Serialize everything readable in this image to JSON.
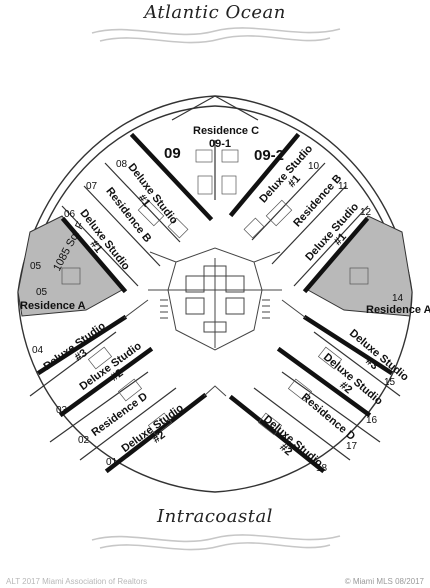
{
  "headings": {
    "top": "Atlantic Ocean",
    "bottom": "Intracoastal"
  },
  "unit_numbers": {
    "u01": "01",
    "u02": "02",
    "u03": "03",
    "u04": "04",
    "u05": "05",
    "u05b": "05",
    "u06": "06",
    "u07": "07",
    "u08": "08",
    "u09": "09",
    "u09_2": "09-2",
    "u10": "10",
    "u11": "11",
    "u12": "12",
    "u14": "14",
    "u15": "15",
    "u16": "16",
    "u17": "17",
    "u18": "18"
  },
  "unit_labels": {
    "res_c": "Residence C",
    "res_c_sub": "09-1",
    "left_res_a": "Residence A",
    "right_res_a": "Residence A",
    "left_sqft": "1085 Sq. F",
    "left_ds1_top": "Deluxe Studio\n#1",
    "left_res_b": "Residence B",
    "left_ds1_low": "Deluxe Studio\n#1",
    "right_ds1_top": "Deluxe Studio\n#1",
    "right_res_b": "Residence B",
    "right_ds1_low": "Deluxe Studio\n#1",
    "left_ds3": "Deluxe Studio\n#3",
    "left_ds2": "Deluxe Studio\n#2",
    "left_res_d": "Residence D",
    "left_ds2_low": "Deluxe Studio\n#2",
    "right_ds3": "Deluxe Studio\n#3",
    "right_ds2": "Deluxe Studio\n#2",
    "right_res_d": "Residence D",
    "right_ds2_low": "Deluxe Studio\n#2"
  },
  "colors": {
    "highlight_fill": "#b9b9b9",
    "line": "#1a1a1a",
    "wave": "#c7c7c7"
  },
  "watermark_left": "ALT 2017 Miami Association of Realtors",
  "watermark_right": "© Miami MLS 08/2017"
}
